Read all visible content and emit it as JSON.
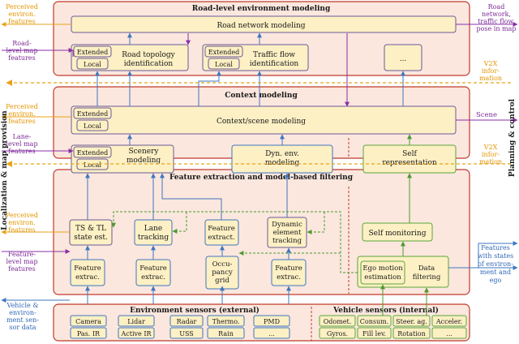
{
  "colors": {
    "frame_red": "#c0392b",
    "frame_fill": "#fbe7de",
    "module_fill": "#fdf0c4",
    "module_stroke": "#6a5a9a",
    "box_blue": "#3f76bf",
    "box_green": "#5aa63a",
    "arrow_blue": "#3f76bf",
    "arrow_purple": "#8a2fa8",
    "arrow_orange": "#e8a317",
    "arrow_green": "#4e9a2d",
    "text_purple": "#7b2a96",
    "text_orange": "#e39500",
    "text_blue": "#3067b5"
  },
  "layers": {
    "road": {
      "title": "Road-level environment modeling",
      "network": "Road network modeling",
      "topology": [
        "Road topology",
        "identification"
      ],
      "traffic": [
        "Traffic flow",
        "identification"
      ],
      "more": "..."
    },
    "context": {
      "title": "Context modeling",
      "scene": "Context/scene modeling",
      "scenery": [
        "Scenery",
        "modeling"
      ],
      "dynenv": [
        "Dyn. env.",
        "modeling"
      ],
      "self": [
        "Self",
        "representation"
      ]
    },
    "feature": {
      "title": "Feature extraction and model-based filtering",
      "tstl": [
        "TS & TL",
        "state est."
      ],
      "lane": [
        "Lane",
        "tracking"
      ],
      "fextract_top": [
        "Feature",
        "extract."
      ],
      "dyntrack": [
        "Dynamic",
        "element",
        "tracking"
      ],
      "selfmon": "Self monitoring",
      "fextrac1": [
        "Feature",
        "extrac."
      ],
      "fextrac2": [
        "Feature",
        "extrac."
      ],
      "occupancy": [
        "Occu-",
        "pancy",
        "grid"
      ],
      "fextrac3": [
        "Feature",
        "extrac."
      ],
      "egomotion": [
        "Ego motion",
        "estimation"
      ],
      "datafilter": [
        "Data",
        "filtering"
      ]
    },
    "sensors": {
      "env_title": "Environment sensors (external)",
      "veh_title": "Vehicle sensors (internal)",
      "env_row1": [
        "Camera",
        "Lidar",
        "Radar",
        "Thermo.",
        "PMD"
      ],
      "env_row2": [
        "Pas. IR",
        "Active IR",
        "USS",
        "Rain",
        "..."
      ],
      "veh_row1": [
        "Odomet.",
        "Consum.",
        "Steer. ag.",
        "Acceler."
      ],
      "veh_row2": [
        "Gyros.",
        "Fill lev.",
        "Rotation",
        "..."
      ]
    }
  },
  "ext_local": {
    "extended": "Extended",
    "local": "Local"
  },
  "left_labels": {
    "perceived1": [
      "Perceived",
      "environ.",
      "features"
    ],
    "road_map": [
      "Road-",
      "level map",
      "features"
    ],
    "perceived2": [
      "Perceived",
      "environ.",
      "features"
    ],
    "lane_map": [
      "Lane-",
      "level map",
      "features"
    ],
    "perceived3": [
      "Perceived",
      "environ.",
      "features"
    ],
    "feature_map": [
      "Feature-",
      "level map",
      "features"
    ],
    "vehicle_env": [
      "Vehicle &",
      "environ-",
      "ment sen-",
      "sor data"
    ],
    "side": "Localization & map provision"
  },
  "right_labels": {
    "road_network": [
      "Road",
      "network,",
      "traffic flow,",
      "pose in map"
    ],
    "v2x1": [
      "V2X",
      "infor-",
      "mation"
    ],
    "scene": "Scene",
    "v2x2": [
      "V2X",
      "infor-",
      "mation"
    ],
    "features_states": [
      "Features",
      "with states",
      "of environ-",
      "ment and",
      "ego"
    ],
    "side": "Planning & control"
  }
}
